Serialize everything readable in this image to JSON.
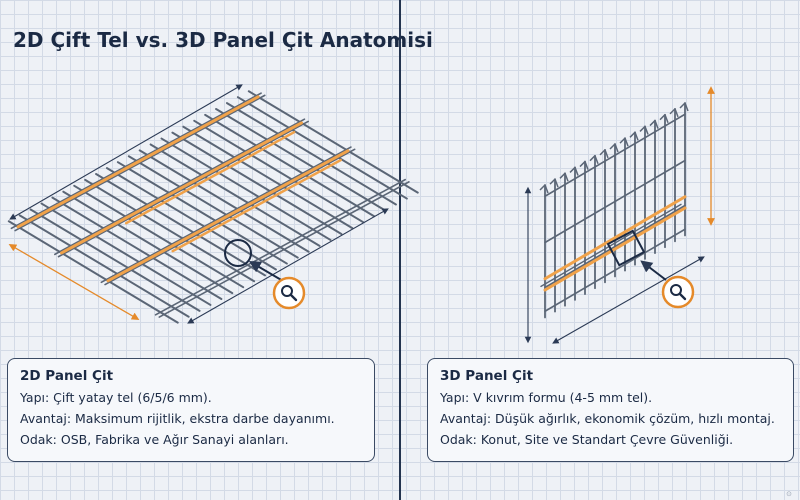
{
  "title": "2D Çift Tel vs. 3D Panel Çit Anatomisi",
  "left_panel": {
    "heading": "2D Panel Çit",
    "lines": [
      "Yapı: Çift yatay tel (6/5/6 mm).",
      "Avantaj: Maksimum rijitlik, ekstra darbe dayanımı.",
      "Odak: OSB, Fabrika ve Ağır Sanayi alanları."
    ],
    "magnifier_icon": "magnifier-icon"
  },
  "right_panel": {
    "heading": "3D Panel Çit",
    "lines": [
      "Yapı: V kıvrım formu (4-5 mm tel).",
      "Avantaj: Düşük ağırlık, ekonomik çözüm, hızlı montaj.",
      "Odak: Konut, Site ve Standart Çevre Güvenliği."
    ],
    "magnifier_icon": "magnifier-icon"
  },
  "colors": {
    "wire": "#5b6676",
    "highlight": "#f0a24a",
    "frame": "#1b2a44",
    "background": "#eef1f6"
  }
}
